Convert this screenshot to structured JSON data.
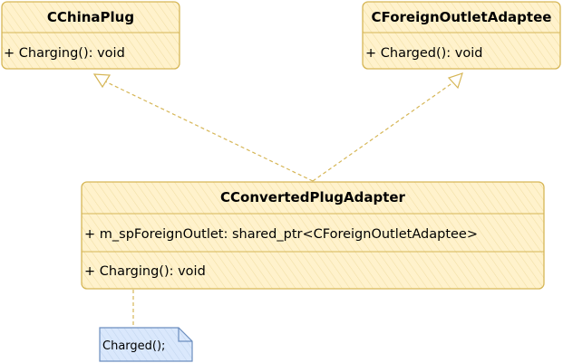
{
  "classes": {
    "china_plug": {
      "name": "CChinaPlug",
      "methods": [
        "+ Charging(): void"
      ]
    },
    "foreign_outlet": {
      "name": "CForeignOutletAdaptee",
      "methods": [
        "+ Charged(): void"
      ]
    },
    "converted_adapter": {
      "name": "CConvertedPlugAdapter",
      "attributes": [
        "+ m_spForeignOutlet: shared_ptr<CForeignOutletAdaptee>"
      ],
      "methods": [
        "+ Charging(): void"
      ]
    }
  },
  "note": {
    "text": "Charged();"
  },
  "colors": {
    "class_fill": "#fff2cc",
    "class_stroke": "#d6b656",
    "class_hatch": "#f3e3b0",
    "note_fill": "#dae8fc",
    "note_stroke": "#6c8ebf",
    "connector": "#d6b656"
  }
}
